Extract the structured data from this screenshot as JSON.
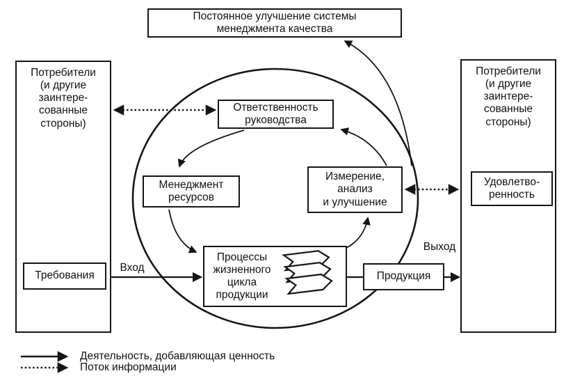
{
  "diagram": {
    "top_box": "Постоянное улучшение системы\nменеджмента качества",
    "left_stakeholders": "Потребители\n(и другие\nзаинтере-\nсованные\nстороны)",
    "right_stakeholders": "Потребители\n(и другие\nзаинтере-\nсованные\nстороны)",
    "management_responsibility": "Ответственность\nруководства",
    "resource_management": "Менеджмент\nресурсов",
    "measurement_analysis_improvement": "Измерение,\nанализ\nи улучшение",
    "product_lifecycle_processes": "Процессы\nжизненного\nцикла\nпродукции",
    "requirements": "Требования",
    "product": "Продукция",
    "satisfaction": "Удовлетво-\nренность",
    "input_label": "Вход",
    "output_label": "Выход"
  },
  "legend": {
    "value_adding": "Деятельность, добавляющая ценность",
    "information_flow": "Поток информации"
  },
  "colors": {
    "stroke": "#151515",
    "background": "#ffffff"
  }
}
